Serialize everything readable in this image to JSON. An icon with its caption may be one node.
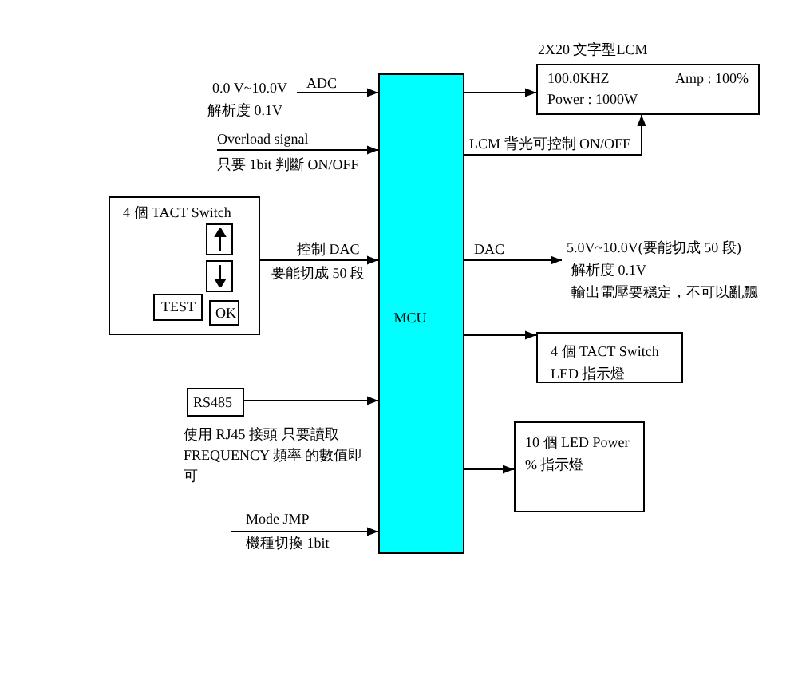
{
  "diagram": {
    "nodes": [
      {
        "text": [
          "MCU"
        ]
      },
      {
        "text": [
          "2X20 文字型LCM",
          "100.0KHZ",
          "Amp : 100%",
          "Power : 1000W"
        ]
      },
      {
        "text": [
          "4 個 TACT Switch"
        ]
      },
      {
        "text": [],
        "shape": "box",
        "in": 2
      },
      {
        "text": [],
        "shape": "box",
        "in": 2
      },
      {
        "text": [
          "TEST"
        ],
        "in": 2
      },
      {
        "text": [
          "OK"
        ],
        "in": 2
      },
      {
        "text": [
          "RS485"
        ],
        "beside": [
          "使用 RJ45 接頭 只要讀取 FREQUENCY 頻率 的數值即可"
        ]
      },
      {
        "text": [
          "4 個 TACT Switch LED 指示燈"
        ]
      },
      {
        "text": [
          "10 個 LED Power % 指示燈"
        ]
      },
      {
        "text": [
          "0.0 V~10.0V",
          "解析度 0.1V"
        ]
      },
      {
        "text": [
          "只要 1bit 判斷 ON/OFF"
        ]
      },
      {
        "text": [
          "5.0V~10.0V(要能切成 50 段)",
          "解析度 0.1V",
          "輸出電壓要穩定，不可以亂飄"
        ]
      }
    ],
    "edges": [
      {
        "from": 10,
        "to": 0,
        "arrow": "to",
        "label": "ADC"
      },
      {
        "from": 11,
        "to": 0,
        "arrow": "to",
        "label": "Overload signal"
      },
      {
        "from": 2,
        "to": 0,
        "arrow": "to",
        "label": "控制 DAC"
      },
      {
        "from": 7,
        "to": 0,
        "arrow": "to"
      },
      {
        "from": null,
        "to": 0,
        "arrow": "to",
        "label": "Mode JMP"
      },
      {
        "from": 0,
        "to": 1,
        "arrow": "to"
      },
      {
        "from": 0,
        "to": 1,
        "arrow": "to",
        "label": "LCM 背光可控制 ON/OFF"
      },
      {
        "from": 0,
        "to": 12,
        "arrow": "to",
        "label": "DAC"
      },
      {
        "from": 0,
        "to": 8,
        "arrow": "to"
      },
      {
        "from": 0,
        "to": 9,
        "arrow": "to"
      }
    ],
    "labels": [
      "要能切成 50 段",
      "機種切換 1bit"
    ]
  }
}
